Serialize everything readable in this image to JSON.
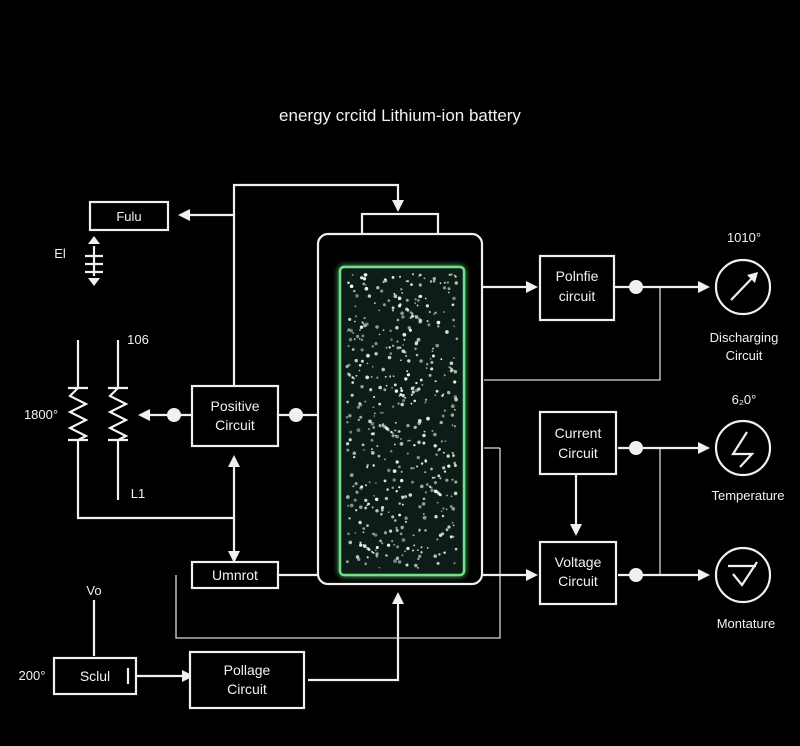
{
  "title": "energy crcitd Lithium-ion battery",
  "colors": {
    "background": "#000000",
    "line": "#f0f0f0",
    "cell_glow": "#6fe08a",
    "cell_fill": "#0d1f12",
    "particle": "#e8fff0"
  },
  "boxes": {
    "fault": "Fulu",
    "positive_circuit": [
      "Positive",
      "Circuit"
    ],
    "umnrot": "Umnrot",
    "sclul": "Sclul",
    "pollage_circuit": [
      "Pollage",
      "Circuit"
    ],
    "polnfie_circuit": [
      "Polnfie",
      "circuit"
    ],
    "current_circuit": [
      "Current",
      "Circuit"
    ],
    "voltage_circuit": [
      "Voltage",
      "Circuit"
    ]
  },
  "labels": {
    "el": "El",
    "r_top": "106",
    "r_left": "1800°",
    "r_bottom": "L1",
    "vo": "Vo",
    "deg_200": "200°",
    "gauge1_value": "1010°",
    "gauge2_value": "6₂0°",
    "discharging": [
      "Discharging",
      "Circuit"
    ],
    "temperature": "Temperature",
    "montature": "Montature"
  },
  "icons": {
    "gauge1": "diagonal-arrow-icon",
    "gauge2": "lightning-icon",
    "gauge3": "check-icon"
  }
}
